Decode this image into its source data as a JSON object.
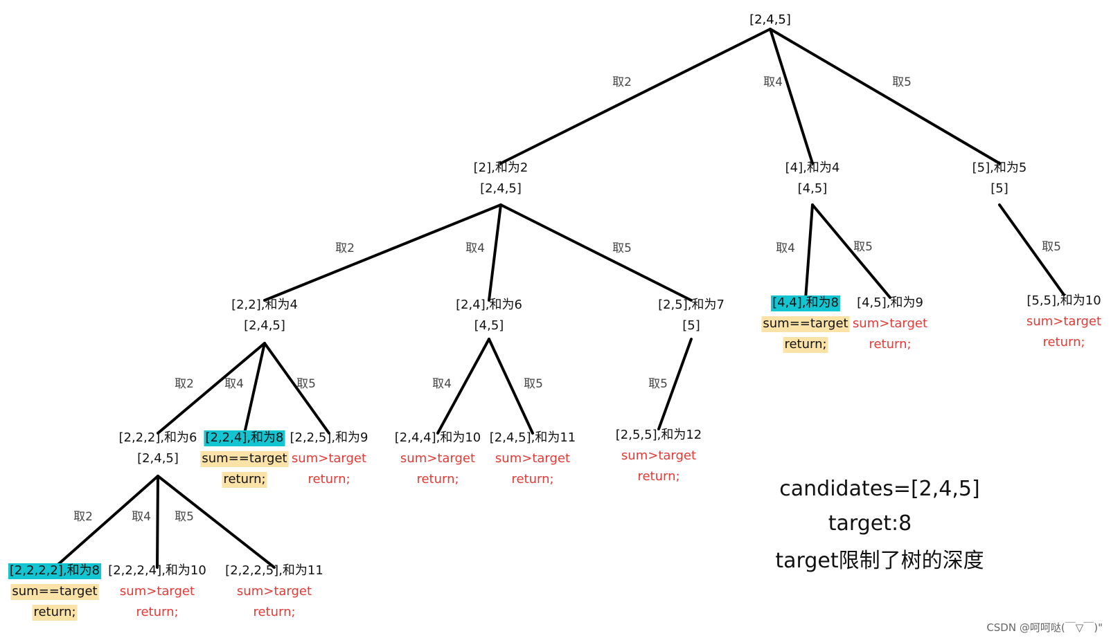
{
  "colors": {
    "edge": "#000000",
    "black_text": "#111111",
    "red_text": "#e53935",
    "cyan_highlight": "#13c4d1",
    "yellow_highlight": "#fbe3a8",
    "edge_label": "#444444"
  },
  "root": {
    "path": "[2,4,5]"
  },
  "nodes": [
    {
      "id": "n2",
      "label": "[2],和为2",
      "rest": "[2,4,5]"
    },
    {
      "id": "n4",
      "label": "[4],和为4",
      "rest": "[4,5]"
    },
    {
      "id": "n5",
      "label": "[5],和为5",
      "rest": "[5]"
    },
    {
      "id": "n22",
      "label": "[2,2],和为4",
      "rest": "[2,4,5]"
    },
    {
      "id": "n24",
      "label": "[2,4],和为6",
      "rest": "[4,5]"
    },
    {
      "id": "n25",
      "label": "[2,5],和为7",
      "rest": "[5]"
    },
    {
      "id": "n44",
      "label": "[4,4],和为8",
      "status": "sum==target",
      "action": "return;"
    },
    {
      "id": "n45",
      "label": "[4,5],和为9",
      "status": "sum>target",
      "action": "return;"
    },
    {
      "id": "n55",
      "label": "[5,5],和为10",
      "status": "sum>target",
      "action": "return;"
    },
    {
      "id": "n222",
      "label": "[2,2,2],和为6",
      "rest": "[2,4,5]"
    },
    {
      "id": "n224",
      "label": "[2,2,4],和为8",
      "status": "sum==target",
      "action": "return;"
    },
    {
      "id": "n225",
      "label": "[2,2,5],和为9",
      "status": "sum>target",
      "action": "return;"
    },
    {
      "id": "n244",
      "label": "[2,4,4],和为10",
      "status": "sum>target",
      "action": "return;"
    },
    {
      "id": "n245",
      "label": "[2,4,5],和为11",
      "status": "sum>target",
      "action": "return;"
    },
    {
      "id": "n255",
      "label": "[2,5,5],和为12",
      "status": "sum>target",
      "action": "return;"
    },
    {
      "id": "n2222",
      "label": "[2,2,2,2],和为8",
      "status": "sum==target",
      "action": "return;"
    },
    {
      "id": "n2224",
      "label": "[2,2,2,4],和为10",
      "status": "sum>target",
      "action": "return;"
    },
    {
      "id": "n2225",
      "label": "[2,2,2,5],和为11",
      "status": "sum>target",
      "action": "return;"
    }
  ],
  "edges": [
    {
      "from": "root",
      "to": "n2",
      "label": "取2"
    },
    {
      "from": "root",
      "to": "n4",
      "label": "取4"
    },
    {
      "from": "root",
      "to": "n5",
      "label": "取5"
    },
    {
      "from": "n2",
      "to": "n22",
      "label": "取2"
    },
    {
      "from": "n2",
      "to": "n24",
      "label": "取4"
    },
    {
      "from": "n2",
      "to": "n25",
      "label": "取5"
    },
    {
      "from": "n4",
      "to": "n44",
      "label": "取4"
    },
    {
      "from": "n4",
      "to": "n45",
      "label": "取5"
    },
    {
      "from": "n5",
      "to": "n55",
      "label": "取5"
    },
    {
      "from": "n22",
      "to": "n222",
      "label": "取2"
    },
    {
      "from": "n22",
      "to": "n224",
      "label": "取4"
    },
    {
      "from": "n22",
      "to": "n225",
      "label": "取5"
    },
    {
      "from": "n24",
      "to": "n244",
      "label": "取4"
    },
    {
      "from": "n24",
      "to": "n245",
      "label": "取5"
    },
    {
      "from": "n25",
      "to": "n255",
      "label": "取5"
    },
    {
      "from": "n222",
      "to": "n2222",
      "label": "取2"
    },
    {
      "from": "n222",
      "to": "n2224",
      "label": "取4"
    },
    {
      "from": "n222",
      "to": "n2225",
      "label": "取5"
    }
  ],
  "info": {
    "candidates": "candidates=[2,4,5]",
    "target": "target:8",
    "note": "target限制了树的深度"
  },
  "watermark": "CSDN @呵呵哒(￣▽￣)\""
}
